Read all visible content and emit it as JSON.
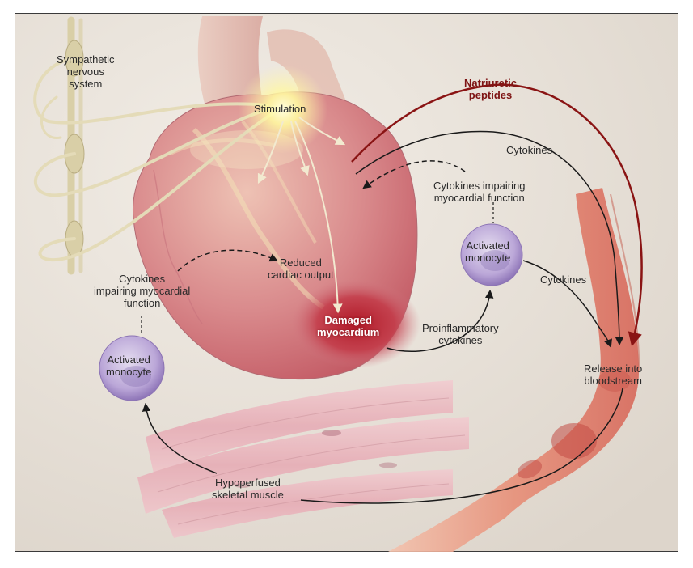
{
  "labels": {
    "sympathetic": [
      "Sympathetic",
      "nervous",
      "system"
    ],
    "stimulation": "Stimulation",
    "natriuretic": [
      "Natriuretic",
      "peptides"
    ],
    "cytokines_top": "Cytokines",
    "cytokines_impairing_right": [
      "Cytokines impairing",
      "myocardial function"
    ],
    "activated_monocyte_right": [
      "Activated",
      "monocyte"
    ],
    "cytokines_mid": "Cytokines",
    "cytokines_impairing_left": [
      "Cytokines",
      "impairing myocardial",
      "function"
    ],
    "reduced_output": [
      "Reduced",
      "cardiac output"
    ],
    "damaged_myocardium": [
      "Damaged",
      "myocardium"
    ],
    "proinflammatory": [
      "Proinflammatory",
      "cytokines"
    ],
    "release": [
      "Release into",
      "bloodstream"
    ],
    "activated_monocyte_left": [
      "Activated",
      "monocyte"
    ],
    "hypoperfused": [
      "Hypoperfused",
      "skeletal muscle"
    ]
  },
  "colors": {
    "background": "#e8e2da",
    "heart": "#d58a8e",
    "damaged": "#b8202e",
    "nerve": "#d9cfa7",
    "monocyte": "#b7a3d6",
    "vessel": "#e6917a",
    "arrow": "#1a1a1a",
    "natriuretic_arrow": "#8a1414"
  }
}
